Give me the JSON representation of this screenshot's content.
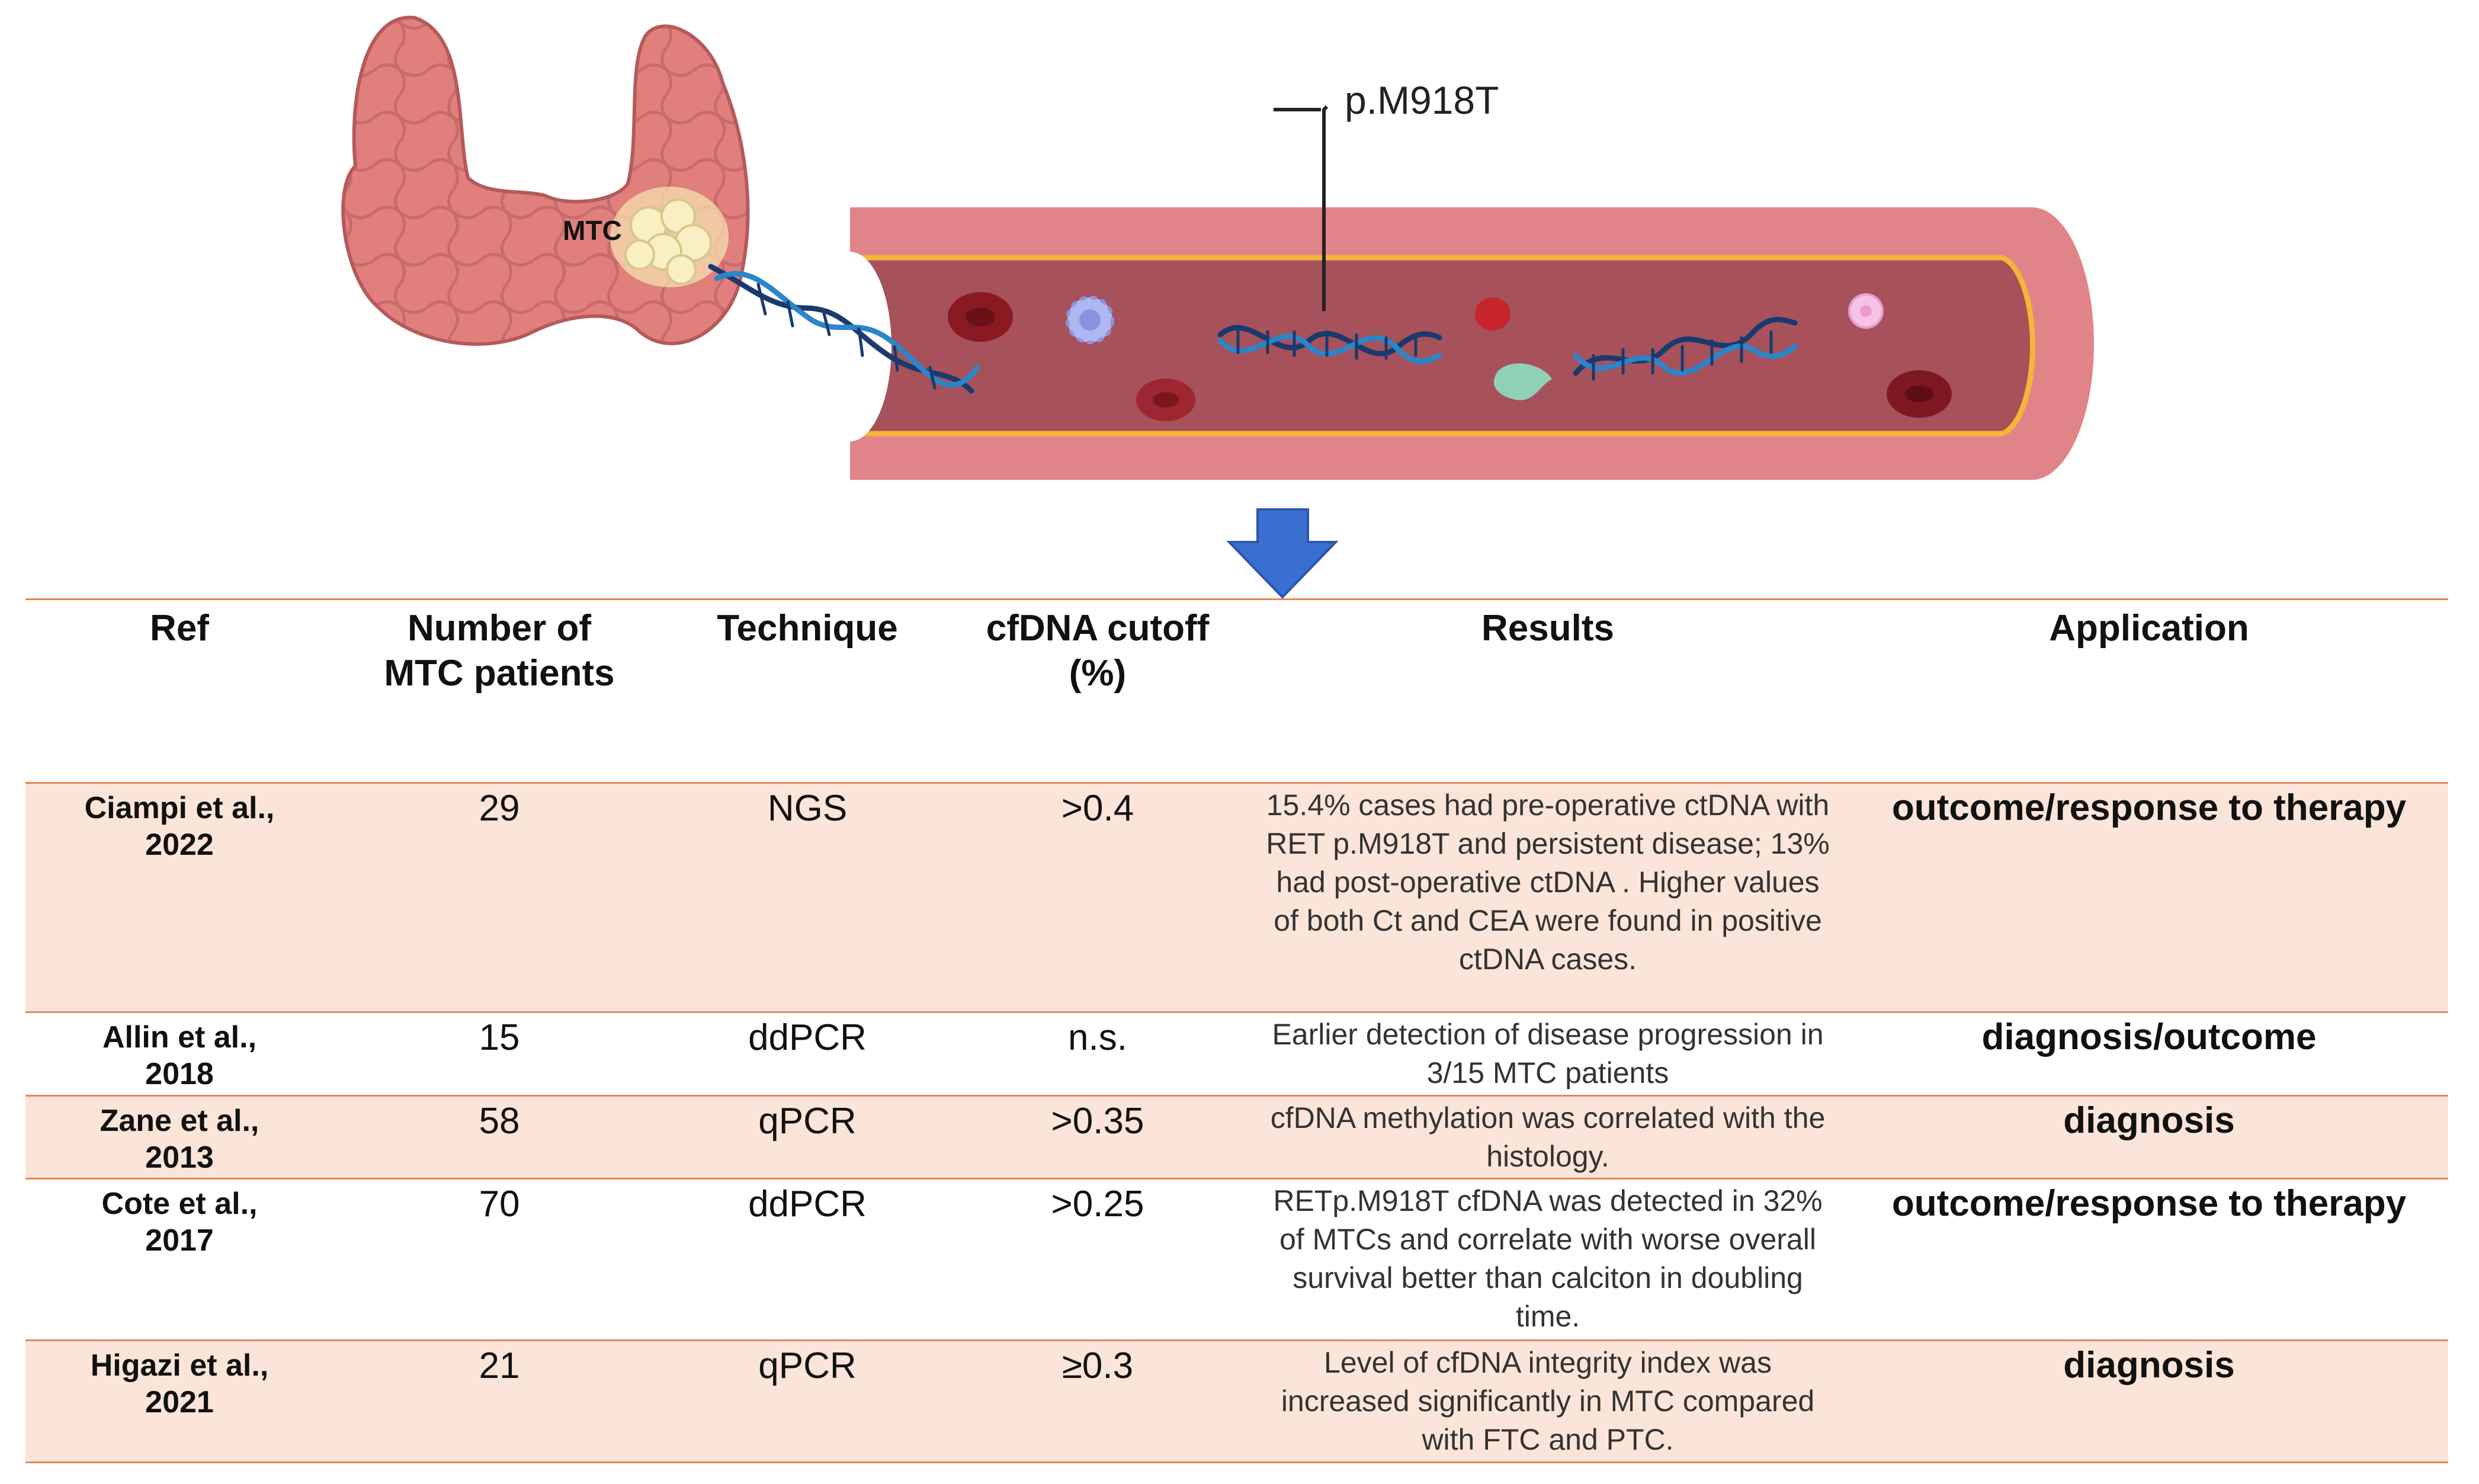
{
  "illustration": {
    "tumor_label": "MTC",
    "mutation_label": "p.M918T"
  },
  "colors": {
    "vessel_outer": "#e0848a",
    "vessel_inner": "#a7515b",
    "vessel_stripe": "#f5b43a",
    "thyroid": "#e07f7c",
    "dna_primary": "#1a3a6e",
    "dna_secondary": "#2a86c9",
    "arrow": "#3a6fd1",
    "rule": "#e3865a",
    "row_shade": "#fbe5d8"
  },
  "table": {
    "headers": {
      "ref": "Ref",
      "patients_line1": "Number of",
      "patients_line2": "MTC patients",
      "technique": "Technique",
      "cutoff_line1": "cfDNA cutoff",
      "cutoff_line2": "(%)",
      "results": "Results",
      "application": "Application"
    },
    "rows": [
      {
        "ref_line1": "Ciampi et al.,",
        "ref_line2": "2022",
        "patients": "29",
        "technique": "NGS",
        "cutoff": ">0.4",
        "results": [
          "15.4% cases had pre-operative ctDNA with",
          "RET p.M918T and persistent disease; 13%",
          "had post-operative ctDNA . Higher values",
          "of both Ct and CEA were found in positive",
          "ctDNA cases."
        ],
        "application": "outcome/response to therapy"
      },
      {
        "ref_line1": "Allin et al.,",
        "ref_line2": "2018",
        "patients": "15",
        "technique": "ddPCR",
        "cutoff": "n.s.",
        "results": [
          "Earlier detection of disease progression in",
          "3/15 MTC patients"
        ],
        "application": "diagnosis/outcome"
      },
      {
        "ref_line1": "Zane et al.,",
        "ref_line2": "2013",
        "patients": "58",
        "technique": "qPCR",
        "cutoff": ">0.35",
        "results": [
          "cfDNA methylation was correlated with the",
          "histology."
        ],
        "application": "diagnosis"
      },
      {
        "ref_line1": "Cote et al.,",
        "ref_line2": "2017",
        "patients": "70",
        "technique": "ddPCR",
        "cutoff": ">0.25",
        "results": [
          "RETp.M918T cfDNA was detected in 32%",
          "of MTCs and correlate with worse overall",
          "survival better than calciton in doubling",
          "time."
        ],
        "application": "outcome/response to therapy"
      },
      {
        "ref_line1": "Higazi et al.,",
        "ref_line2": "2021",
        "patients": "21",
        "technique": "qPCR",
        "cutoff": "≥0.3",
        "results": [
          "Level of cfDNA integrity index was",
          "increased significantly in MTC compared",
          "with FTC and PTC."
        ],
        "application": "diagnosis"
      }
    ]
  }
}
